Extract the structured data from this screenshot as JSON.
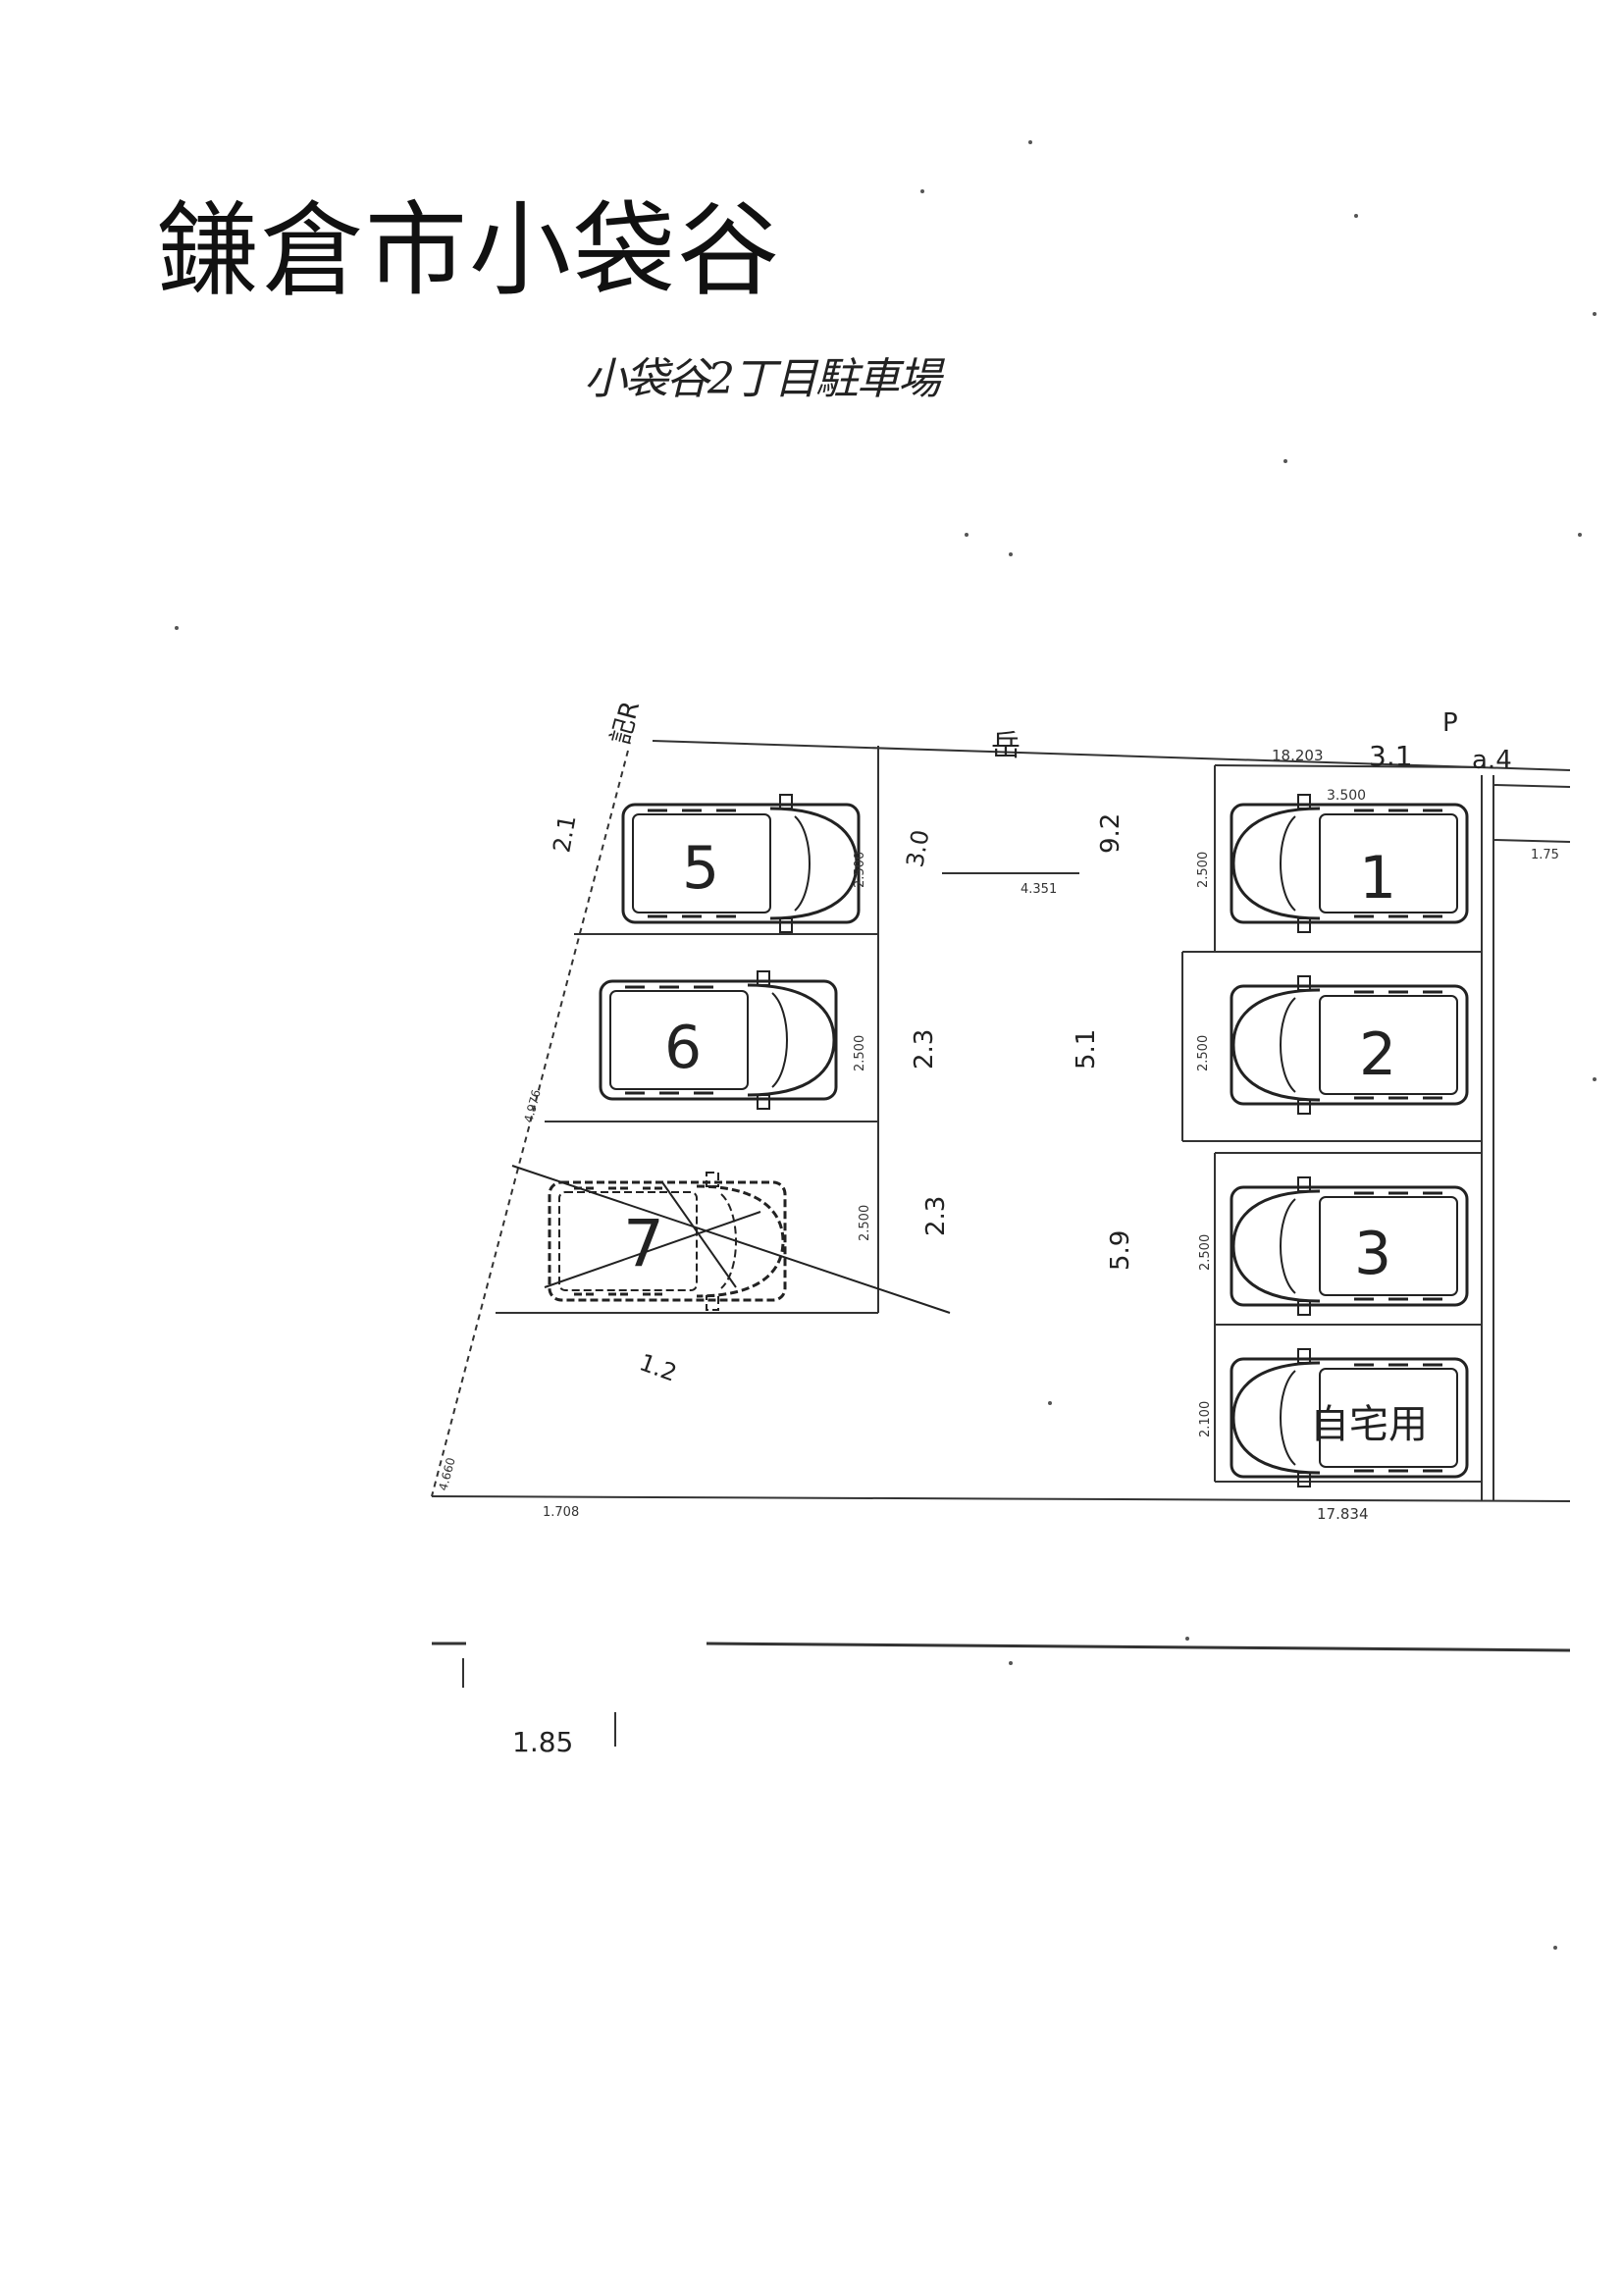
{
  "header": {
    "title": "鎌倉市小袋谷",
    "subtitle": "小袋谷2丁目駐車場"
  },
  "diagram": {
    "spaces": [
      {
        "label": "5"
      },
      {
        "label": "6"
      },
      {
        "label": "7"
      },
      {
        "label": "1"
      },
      {
        "label": "2"
      },
      {
        "label": "3"
      },
      {
        "label": "自宅用"
      }
    ],
    "dimensions": {
      "top_edge": "18.203",
      "bottom_edge": "17.834",
      "bottom_left": "1.708",
      "aisle": "4.351",
      "right_side": "1.75",
      "space_width_top": "3.500",
      "space1_depth": "2.500",
      "space2_depth": "2.500",
      "space3_depth": "2.500",
      "space_own_depth": "2.100",
      "space5_depth": "2.500",
      "space6_depth": "2.500",
      "space7_depth": "2.500",
      "left_edge_mid": "4.976",
      "left_edge_low": "4.660"
    },
    "handwritten": {
      "top_left_note": "記R",
      "top_mid_note": "岳",
      "top_right_a": "3.1",
      "top_right_b": "P",
      "top_right_c": "a.4",
      "left_a": "2.1",
      "space5_side": "3.0",
      "aisle_top": "9.2",
      "space6_side": "2.3",
      "aisle_mid": "5.1",
      "space7_side": "2.3",
      "aisle_low": "5.9",
      "bottom_left_note": "1.2",
      "bottom_note": "1.85"
    }
  }
}
